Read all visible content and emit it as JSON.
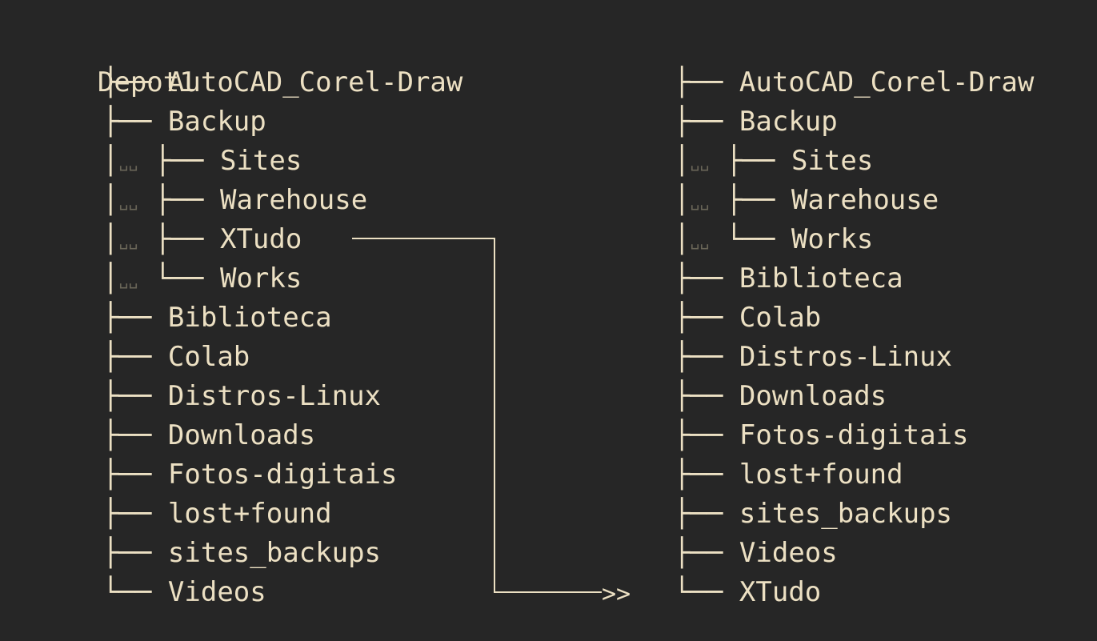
{
  "colors": {
    "background": "#262626",
    "text": "#ece0c3",
    "space_marker": "#6a6658"
  },
  "root": "Depot1",
  "branch": "├──",
  "last_branch": "└──",
  "vertical": "│",
  "space_marker": "␣␣",
  "left_tree": [
    {
      "depth": 1,
      "prefix": "├──",
      "label": "AutoCAD_Corel-Draw"
    },
    {
      "depth": 1,
      "prefix": "├──",
      "label": "Backup"
    },
    {
      "depth": 2,
      "prefix": "├──",
      "label": "Sites"
    },
    {
      "depth": 2,
      "prefix": "├──",
      "label": "Warehouse"
    },
    {
      "depth": 2,
      "prefix": "├──",
      "label": "XTudo"
    },
    {
      "depth": 2,
      "prefix": "└──",
      "label": "Works"
    },
    {
      "depth": 1,
      "prefix": "├──",
      "label": "Biblioteca"
    },
    {
      "depth": 1,
      "prefix": "├──",
      "label": "Colab"
    },
    {
      "depth": 1,
      "prefix": "├──",
      "label": "Distros-Linux"
    },
    {
      "depth": 1,
      "prefix": "├──",
      "label": "Downloads"
    },
    {
      "depth": 1,
      "prefix": "├──",
      "label": "Fotos-digitais"
    },
    {
      "depth": 1,
      "prefix": "├──",
      "label": "lost+found"
    },
    {
      "depth": 1,
      "prefix": "├──",
      "label": "sites_backups"
    },
    {
      "depth": 1,
      "prefix": "└──",
      "label": "Videos"
    }
  ],
  "right_tree": [
    {
      "depth": 1,
      "prefix": "├──",
      "label": "AutoCAD_Corel-Draw"
    },
    {
      "depth": 1,
      "prefix": "├──",
      "label": "Backup"
    },
    {
      "depth": 2,
      "prefix": "├──",
      "label": "Sites"
    },
    {
      "depth": 2,
      "prefix": "├──",
      "label": "Warehouse"
    },
    {
      "depth": 2,
      "prefix": "└──",
      "label": "Works"
    },
    {
      "depth": 1,
      "prefix": "├──",
      "label": "Biblioteca"
    },
    {
      "depth": 1,
      "prefix": "├──",
      "label": "Colab"
    },
    {
      "depth": 1,
      "prefix": "├──",
      "label": "Distros-Linux"
    },
    {
      "depth": 1,
      "prefix": "├──",
      "label": "Downloads"
    },
    {
      "depth": 1,
      "prefix": "├──",
      "label": "Fotos-digitais"
    },
    {
      "depth": 1,
      "prefix": "├──",
      "label": "lost+found"
    },
    {
      "depth": 1,
      "prefix": "├──",
      "label": "sites_backups"
    },
    {
      "depth": 1,
      "prefix": "├──",
      "label": "Videos"
    },
    {
      "depth": 1,
      "prefix": "└──",
      "label": "XTudo"
    }
  ],
  "move_arrow": {
    "from": "XTudo",
    "to": "XTudo",
    "head": ">>"
  }
}
